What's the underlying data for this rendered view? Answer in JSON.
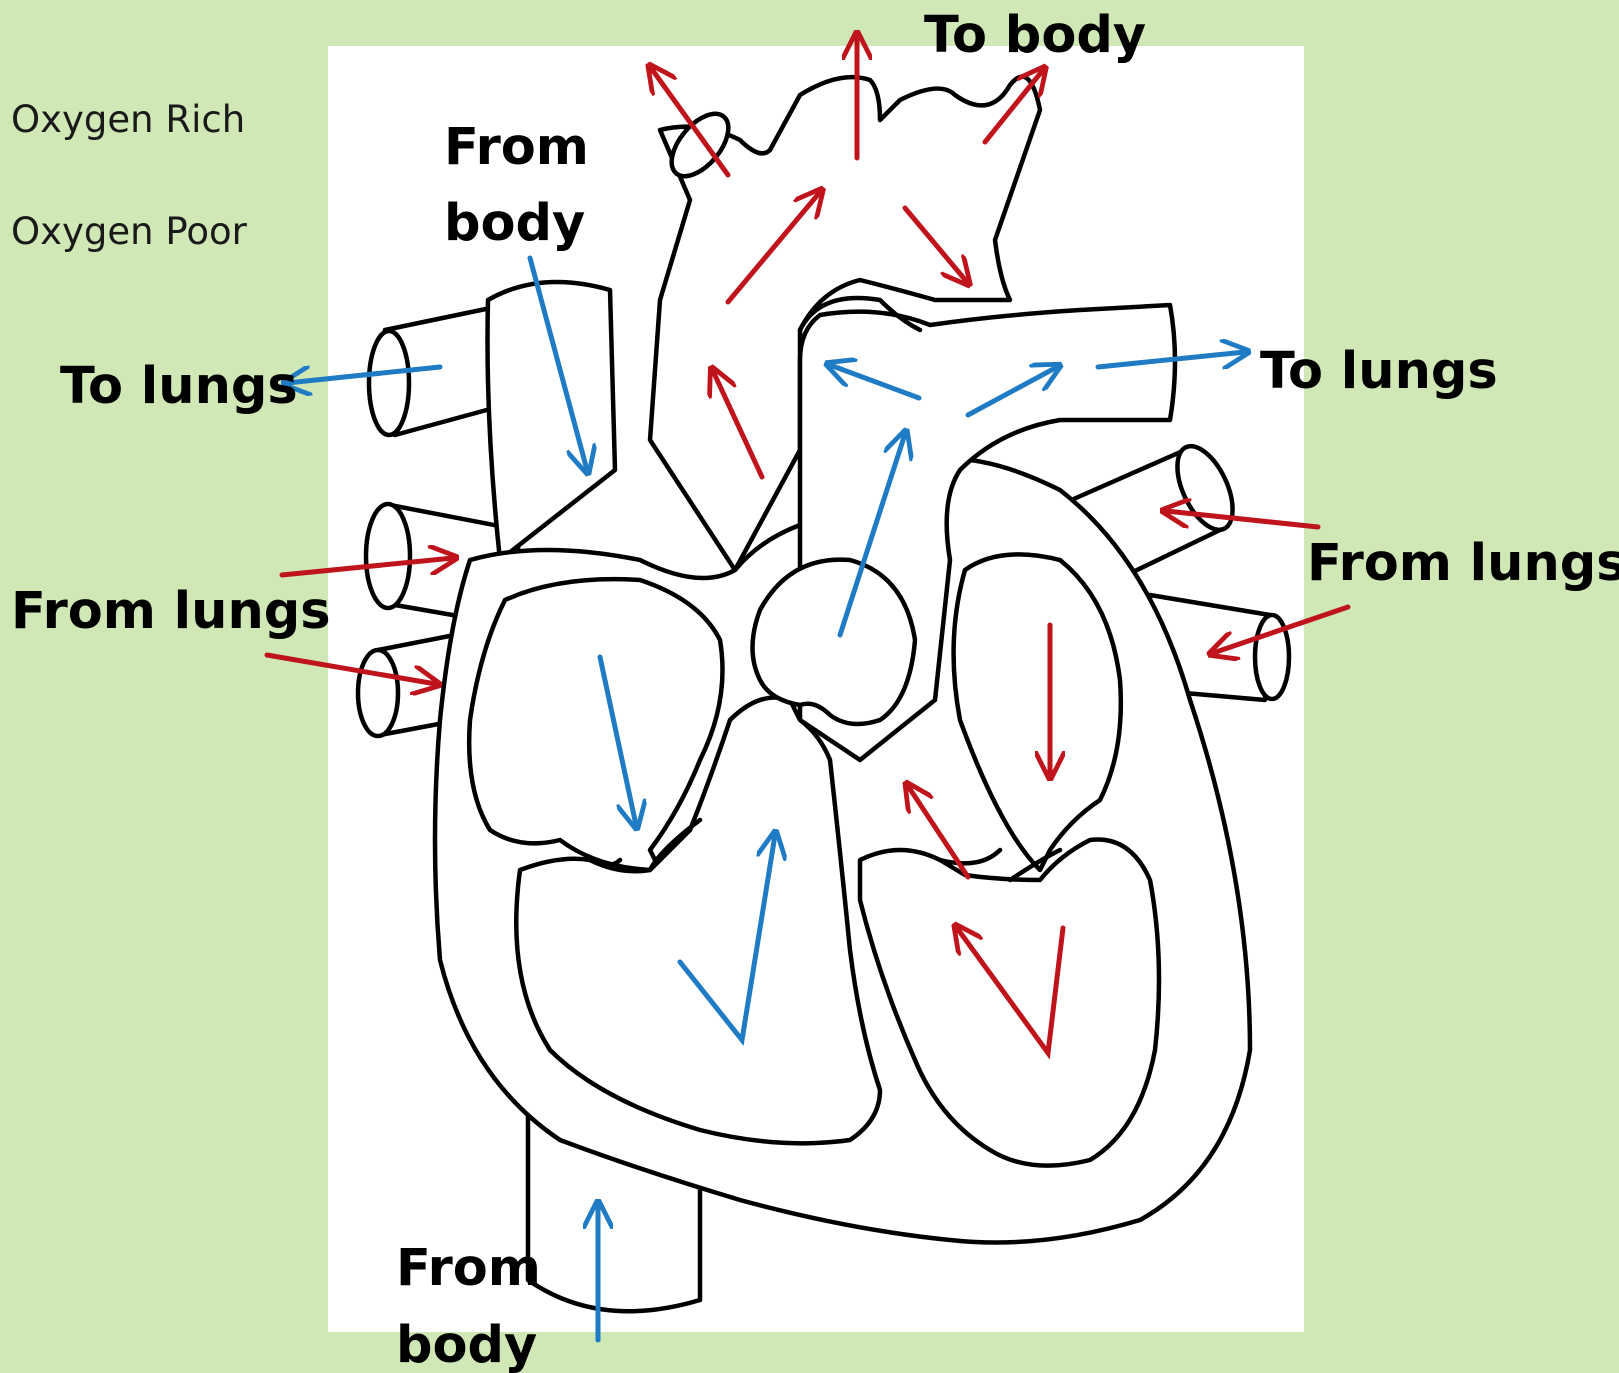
{
  "legend": {
    "oxygen_rich": {
      "label": "Oxygen Rich",
      "color": "#c0141c"
    },
    "oxygen_poor": {
      "label": "Oxygen Poor",
      "color": "#1f7bc4"
    }
  },
  "labels": {
    "to_body": "To body",
    "from_body_top_line1": "From",
    "from_body_top_line2": "body",
    "to_lungs_left": "To lungs",
    "to_lungs_right": "To lungs",
    "from_lungs_left": "From lungs",
    "from_lungs_right": "From lungs",
    "from_body_bottom_line1": "From",
    "from_body_bottom_line2": "body"
  },
  "colors": {
    "background": "#cfe8b5",
    "panel": "#ffffff",
    "outline": "#000000"
  }
}
